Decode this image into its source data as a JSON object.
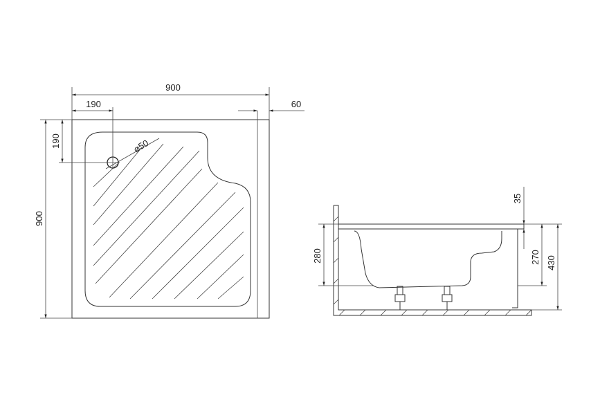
{
  "plan_view": {
    "width_label": "900",
    "height_label": "900",
    "drain_x_label": "190",
    "drain_y_label": "190",
    "rim_label": "60",
    "drain_diameter_label": "⌀50"
  },
  "side_view": {
    "inner_depth_label": "280",
    "rim_label": "35",
    "tray_height_label": "270",
    "total_height_label": "430"
  }
}
